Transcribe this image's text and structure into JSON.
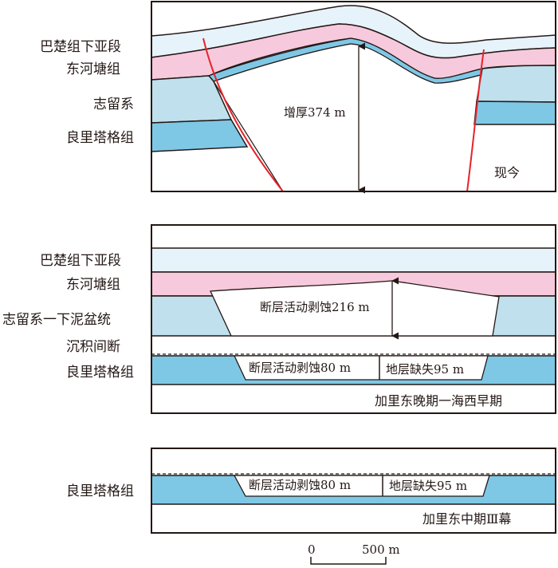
{
  "panel_current": {
    "labels": [
      "巴楚组下亚段",
      "东河塘组",
      "志留系",
      "良里塔格组"
    ],
    "thickening": "增厚374 m",
    "stage": "现今"
  },
  "panel_middle": {
    "labels": [
      "巴楚组下亚段",
      "东河塘组",
      "志留系一下泥盆统",
      "沉积间断",
      "良里塔格组"
    ],
    "erosion_big": "断层活动剥蚀216 m",
    "erosion_small": "断层活动剥蚀80 m",
    "missing": "地层缺失95 m",
    "stage": "加里东晚期一海西早期"
  },
  "panel_bottom": {
    "labels": [
      "良里塔格组"
    ],
    "erosion_small": "断层活动剥蚀80 m",
    "missing": "地层缺失95 m",
    "stage": "加里东中期Ⅲ幕"
  },
  "scale": {
    "zero": "0",
    "length": "500 m"
  },
  "colors": {
    "bachu": "#e6f3fb",
    "donghetang": "#f7c9dc",
    "silurian": "#bfe0ec",
    "lianglitage": "#7ec8e6",
    "fault": "#e5242b"
  }
}
